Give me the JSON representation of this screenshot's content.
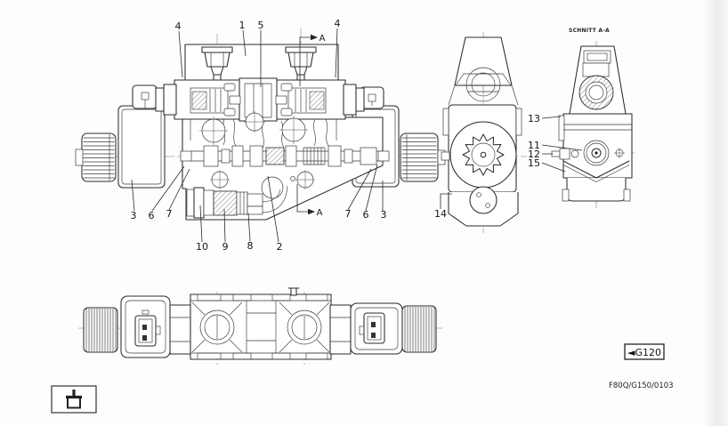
{
  "colors": {
    "line": "#2a2a2a",
    "paper": "#fdfdfd",
    "edge_band": "#ececec"
  },
  "callouts": {
    "n1": "1",
    "n2": "2",
    "n3": "3",
    "n4": "4",
    "n5": "5",
    "n6": "6",
    "n7": "7",
    "n8": "8",
    "n9": "9",
    "n10": "10",
    "n11": "11",
    "n12": "12",
    "n13": "13",
    "n14": "14",
    "n15": "15"
  },
  "section_marker": "A",
  "section_title": "SCHNITT A-A",
  "page_tag": {
    "arrow": "◄",
    "label": "G120"
  },
  "figure_code": "F80Q/G150/0103"
}
